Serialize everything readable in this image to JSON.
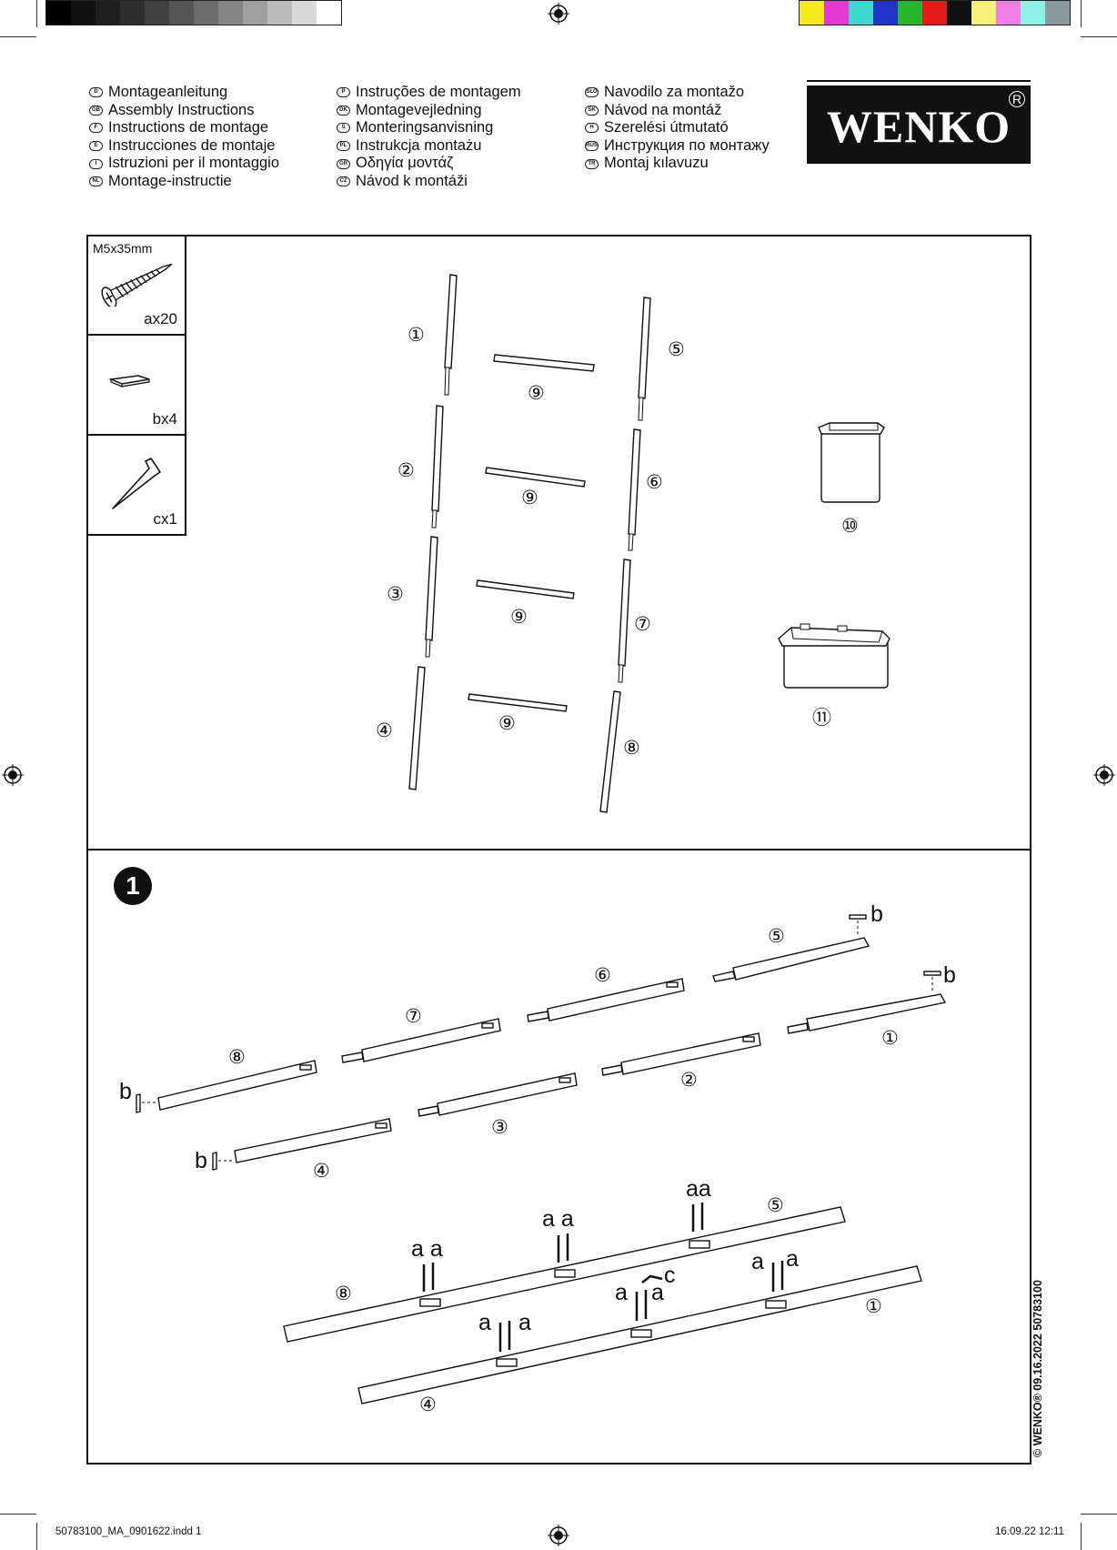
{
  "colors": {
    "gray_bar": [
      "#000000",
      "#101010",
      "#1e1e1e",
      "#2e2e2e",
      "#404040",
      "#555555",
      "#6c6c6c",
      "#858585",
      "#a0a0a0",
      "#bcbcbc",
      "#d8d8d8",
      "#ffffff"
    ],
    "color_bar": [
      "#f4ea1f",
      "#e53ad2",
      "#3fd8d0",
      "#2233c8",
      "#2ab52f",
      "#e31b1b",
      "#111111",
      "#f7f07a",
      "#ef7ee5",
      "#8ff0e8",
      "#8a9aa0"
    ]
  },
  "languages": {
    "col1": [
      {
        "code": "D",
        "text": "Montageanleitung"
      },
      {
        "code": "GB",
        "text": "Assembly Instructions"
      },
      {
        "code": "F",
        "text": "Instructions de montage"
      },
      {
        "code": "E",
        "text": "Instrucciones de montaje"
      },
      {
        "code": "I",
        "text": "Istruzioni per il montaggio"
      },
      {
        "code": "NL",
        "text": "Montage-instructie"
      }
    ],
    "col2": [
      {
        "code": "P",
        "text": "Instruções de montagem"
      },
      {
        "code": "DK",
        "text": "Montagevejledning"
      },
      {
        "code": "S",
        "text": "Monteringsanvisning"
      },
      {
        "code": "PL",
        "text": "Instrukcja montażu"
      },
      {
        "code": "GR",
        "text": "Οδηγία μοντάζ"
      },
      {
        "code": "CZ",
        "text": "Návod k montáži"
      }
    ],
    "col3": [
      {
        "code": "SLO",
        "text": "Navodilo za montažo"
      },
      {
        "code": "SK",
        "text": "Návod na montáž"
      },
      {
        "code": "H",
        "text": "Szerelési útmutató"
      },
      {
        "code": "RUS",
        "text": "Инструкция по монтажу"
      },
      {
        "code": "TR",
        "text": "Montaj kılavuzu"
      }
    ]
  },
  "logo": {
    "text": "WENKO",
    "reg": "R"
  },
  "hardware": {
    "a": {
      "spec": "M5x35mm",
      "qty": "ax20"
    },
    "b": {
      "qty": "bx4"
    },
    "c": {
      "qty": "cx1"
    }
  },
  "parts": {
    "p1": "①",
    "p2": "②",
    "p3": "③",
    "p4": "④",
    "p5": "⑤",
    "p6": "⑥",
    "p7": "⑦",
    "p8": "⑧",
    "p9": "⑨",
    "p10": "⑩",
    "p11": "⑪"
  },
  "step1": {
    "number": "1",
    "label_a": "a",
    "label_b": "b",
    "label_c": "c",
    "label_aa": "aa",
    "label_a_a": "a a"
  },
  "side_text": "© WENKO® 09.16.2022   50783100",
  "footer": {
    "left": "50783100_MA_0901622.indd   1",
    "right": "16.09.22   12:11"
  }
}
